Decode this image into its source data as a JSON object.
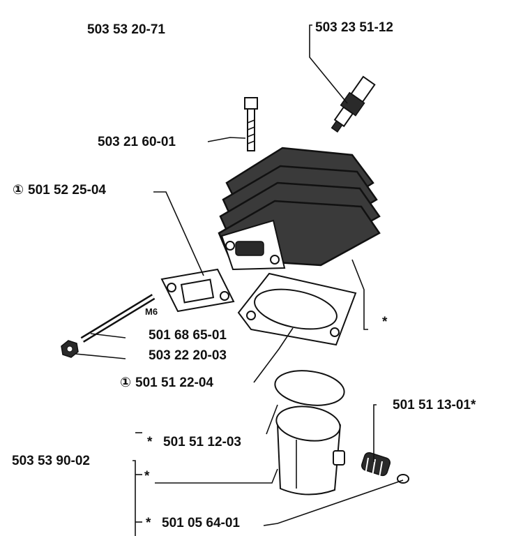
{
  "parts": {
    "assembly_kit": "503 53 20-71",
    "spark_plug": "503 23 51-12",
    "bolt": "503 21 60-01",
    "exhaust_gasket": "501 52 25-04",
    "stud": "501 68 65-01",
    "nut": "503 22 20-03",
    "base_gasket": "501 51 22-04",
    "decomp_valve": "501 51 13-01*",
    "piston_kit": "503 53 90-02",
    "piston_ring": "501 51 12-03",
    "circlip": "501 05 64-01",
    "thread_size": "M6",
    "cylinder_mark": "*",
    "piston_mark": "*",
    "ring_mark": "*",
    "circlip_mark": "*"
  },
  "symbols": {
    "gasket_marker": "①"
  }
}
